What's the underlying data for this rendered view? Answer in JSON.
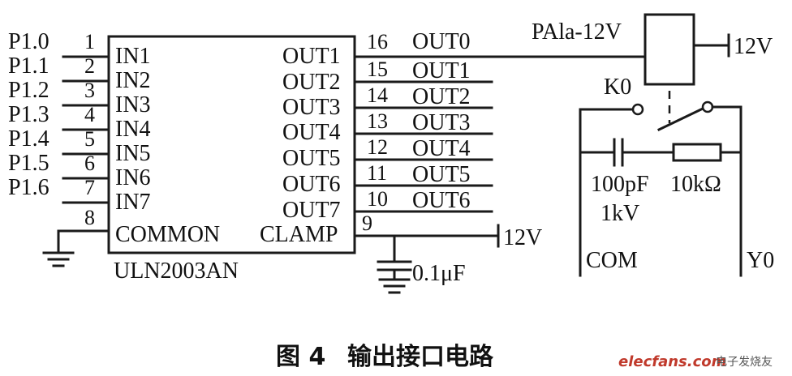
{
  "ic": {
    "name": "ULN2003AN",
    "left_pins": [
      {
        "port": "P1.0",
        "num": "1",
        "label": "IN1"
      },
      {
        "port": "P1.1",
        "num": "2",
        "label": "IN2"
      },
      {
        "port": "P1.2",
        "num": "3",
        "label": "IN3"
      },
      {
        "port": "P1.3",
        "num": "4",
        "label": "IN4"
      },
      {
        "port": "P1.4",
        "num": "5",
        "label": "IN5"
      },
      {
        "port": "P1.5",
        "num": "6",
        "label": "IN6"
      },
      {
        "port": "P1.6",
        "num": "7",
        "label": "IN7"
      }
    ],
    "common": {
      "num": "8",
      "label": "COMMON"
    },
    "right_pins": [
      {
        "num": "16",
        "label": "OUT1",
        "net": "OUT0"
      },
      {
        "num": "15",
        "label": "OUT2",
        "net": "OUT1"
      },
      {
        "num": "14",
        "label": "OUT3",
        "net": "OUT2"
      },
      {
        "num": "13",
        "label": "OUT4",
        "net": "OUT3"
      },
      {
        "num": "12",
        "label": "OUT5",
        "net": "OUT4"
      },
      {
        "num": "11",
        "label": "OUT6",
        "net": "OUT5"
      },
      {
        "num": "10",
        "label": "OUT7",
        "net": "OUT6"
      }
    ],
    "clamp": {
      "num": "9",
      "label": "CLAMP"
    }
  },
  "supply": {
    "clamp_voltage": "12V",
    "relay_voltage": "12V"
  },
  "capacitor_clamp": "0.1μF",
  "relay": {
    "name": "PAla-12V",
    "switch": "K0"
  },
  "snubber": {
    "cap_value": "100pF",
    "cap_rating": "1kV",
    "resistor": "10kΩ"
  },
  "terminals": {
    "left": "COM",
    "right": "Y0"
  },
  "caption": {
    "figure": "图 4",
    "title": "输出接口电路"
  },
  "watermark": {
    "brand": "elecfans.com",
    "cn": "电子发烧友"
  }
}
